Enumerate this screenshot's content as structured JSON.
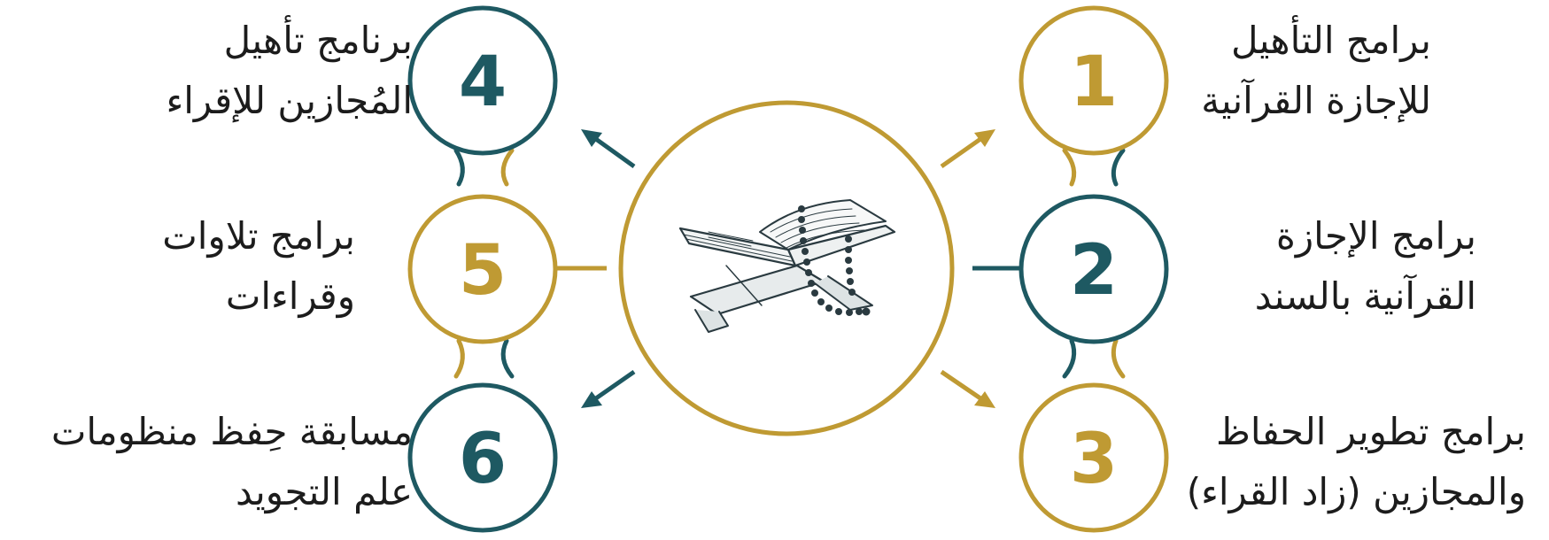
{
  "colors": {
    "gold": "#BF9A33",
    "teal": "#1E5962",
    "text": "#1c1c1c"
  },
  "center": {
    "icon": "quran-on-stand-with-rosary-icon"
  },
  "items": [
    {
      "number": "1",
      "color": "gold",
      "line1": "برامج التأهيل",
      "line2": "للإجازة القرآنية"
    },
    {
      "number": "2",
      "color": "teal",
      "line1": "برامج الإجازة",
      "line2": "القرآنية بالسند"
    },
    {
      "number": "3",
      "color": "gold",
      "line1": "برامج تطوير الحفاظ",
      "line2": "والمجازين (زاد القراء)"
    },
    {
      "number": "4",
      "color": "teal",
      "line1": "برنامج تأهيل",
      "line2": "المُجازين للإقراء"
    },
    {
      "number": "5",
      "color": "gold",
      "line1": "برامج تلاوات",
      "line2": "وقراءات"
    },
    {
      "number": "6",
      "color": "teal",
      "line1": "مسابقة حِفظ منظومات",
      "line2": "علم التجويد"
    }
  ]
}
